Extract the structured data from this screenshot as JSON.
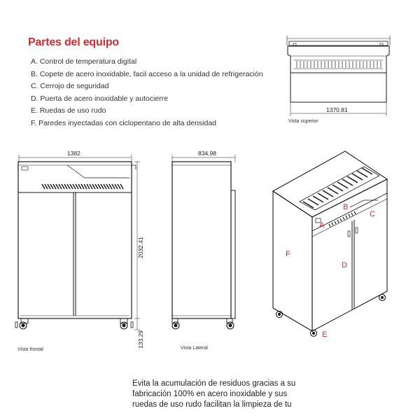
{
  "header": {
    "title": "Partes del equipo"
  },
  "parts": [
    "A. Control de temperatura digital",
    "B. Copete de acero inoxidable, facil acceso a la unidad de refrigeración",
    "C. Cerrojo de seguridad",
    "D. Puerta de acero inoxidable y autocierre",
    "E. Ruedas de uso rudo",
    "F. Paredes inyectadas con ciclopentano de alta densidad"
  ],
  "views": {
    "top": {
      "label": "Vista superior",
      "width": "1370.81"
    },
    "front": {
      "label": "Vista frontal",
      "width": "1382",
      "height": "2032.41",
      "caster": "133.29"
    },
    "side": {
      "label": "Vista Lateral",
      "depth": "834.98"
    }
  },
  "callouts": [
    "A",
    "B",
    "C",
    "D",
    "E",
    "F"
  ],
  "footer": [
    "Evita la acumulación de residuos gracias a su",
    "fabricación 100% en acero inoxidable y sus",
    "ruedas de uso rudo facilitan la limpieza de tu"
  ],
  "colors": {
    "accent": "#d7282f",
    "line": "#1a1a1a"
  }
}
